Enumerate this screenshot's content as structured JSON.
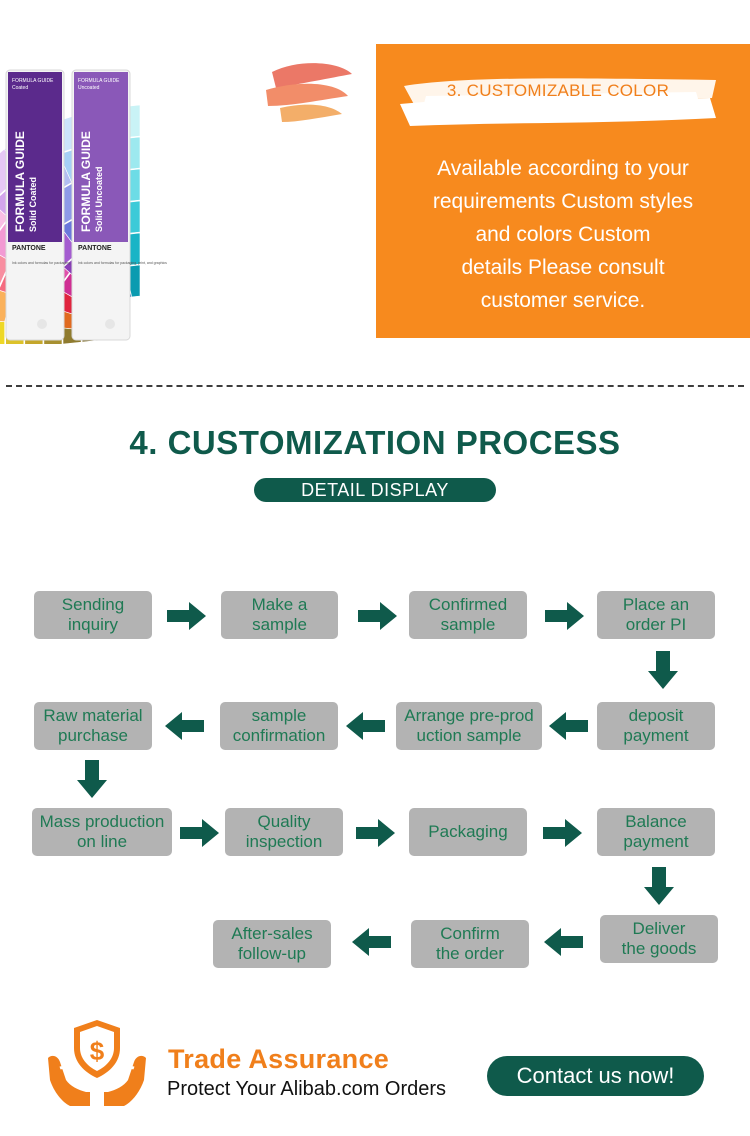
{
  "top": {
    "guide_left_header": "FORMULA GUIDE",
    "guide_left_sub": "Coated",
    "guide_left_title": "FORMULA GUIDE",
    "guide_left_subtitle": "Solid Coated",
    "guide_right_header": "FORMULA GUIDE",
    "guide_right_sub": "Uncoated",
    "guide_right_title": "FORMULA GUIDE",
    "guide_right_subtitle": "Solid Uncoated",
    "brand": "PANTONE",
    "guide_blurb": "Ink colors and formulas for packaging, print, and graphics",
    "banner_title": "3. CUSTOMIZABLE COLOR",
    "description": "Available according to your\nrequirements Custom styles\nand colors Custom\ndetails Please consult\ncustomer service."
  },
  "process": {
    "title": "4. CUSTOMIZATION PROCESS",
    "subtitle": "DETAIL DISPLAY",
    "steps": [
      "Sending\ninquiry",
      "Make a\nsample",
      "Confirmed\nsample",
      "Place an\norder PI",
      "deposit\npayment",
      "Arrange pre-prod\nuction sample",
      "sample\nconfirmation",
      "Raw material\npurchase",
      "Mass production\non line",
      "Quality\ninspection",
      "Packaging",
      "Balance\npayment",
      "Deliver\nthe goods",
      "Confirm\nthe order",
      "After-sales\nfollow-up"
    ]
  },
  "footer": {
    "trade_title": "Trade Assurance",
    "trade_subtitle": "Protect Your Alibab.com Orders",
    "contact_label": "Contact us now!"
  },
  "colors": {
    "accent_orange": "#f78a1e",
    "accent_green": "#0f5a4b",
    "step_bg": "#b3b3b3",
    "step_text": "#1f7a54"
  },
  "icons": [
    "arrow-right-icon",
    "arrow-left-icon",
    "arrow-down-icon",
    "shield-dollar-icon",
    "hands-icon"
  ]
}
